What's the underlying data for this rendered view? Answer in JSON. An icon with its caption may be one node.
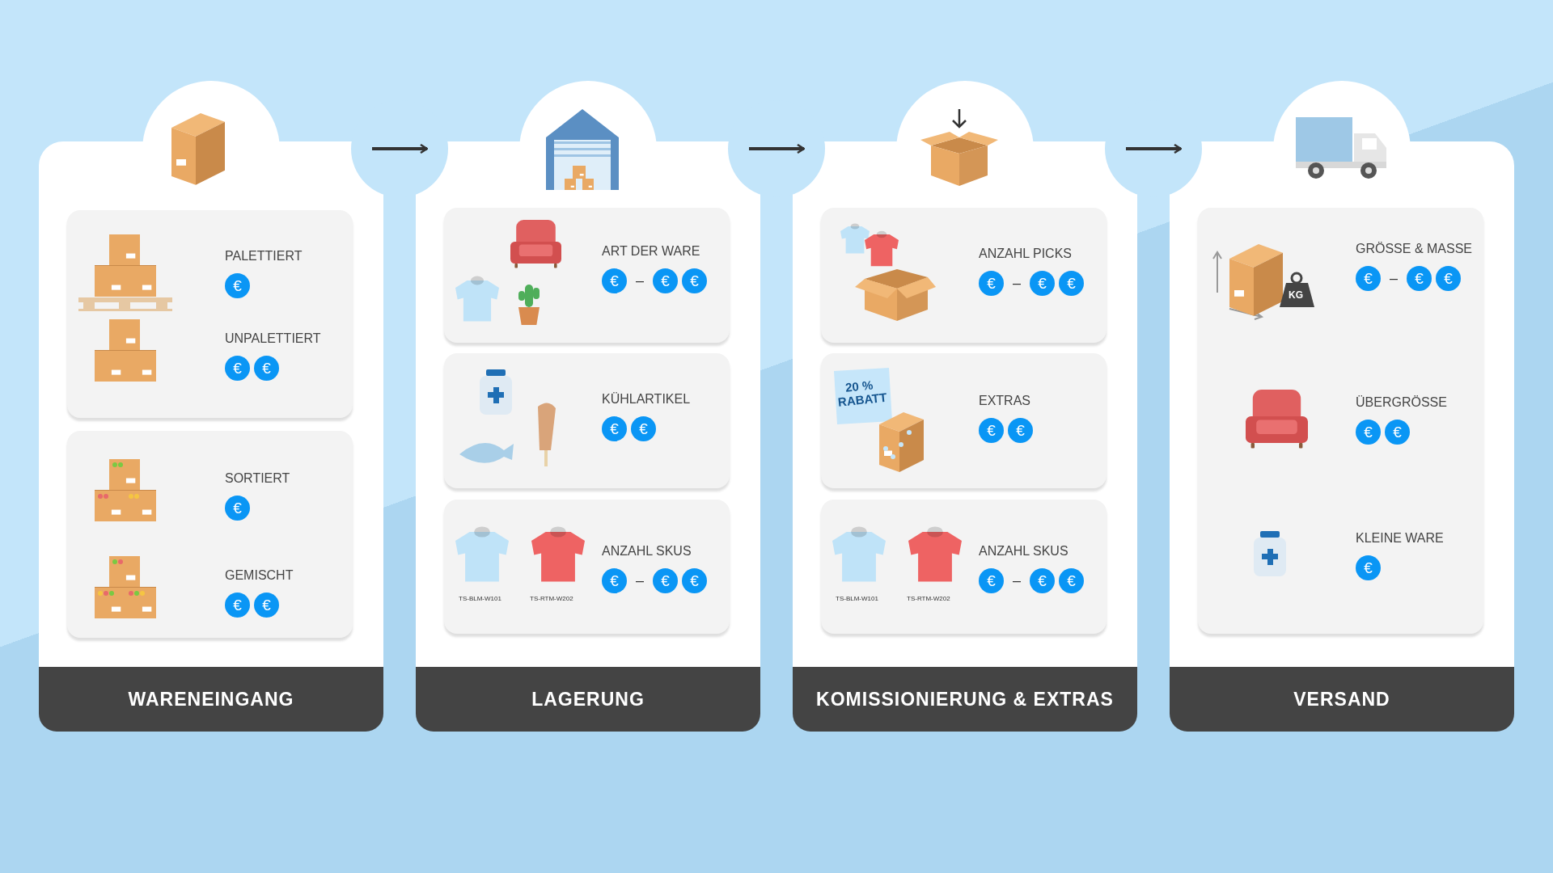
{
  "diagram": {
    "nodes": [
      {
        "text": [
          "WARENEINGANG"
        ]
      },
      {
        "text": [
          "PALETTIERT",
          "€",
          "UNPALETTIERT",
          "€ €"
        ],
        "in": 0
      },
      {
        "text": [
          "SORTIERT",
          "€",
          "GEMISCHT",
          "€ €"
        ],
        "in": 0
      },
      {
        "text": [
          "LAGERUNG"
        ]
      },
      {
        "text": [
          "ART DER WARE",
          "€ – € €"
        ],
        "in": 3
      },
      {
        "text": [
          "KÜHLARTIKEL",
          "€ €"
        ],
        "in": 3
      },
      {
        "text": [
          "TS-BLM-W101",
          "TS-RTM-W202",
          "ANZAHL SKUS",
          "€ – € €"
        ],
        "in": 3
      },
      {
        "text": [
          "KOMISSIONIERUNG & EXTRAS"
        ]
      },
      {
        "text": [
          "ANZAHL PICKS",
          "€ – € €"
        ],
        "in": 7
      },
      {
        "text": [
          "20 % RABATT",
          "EXTRAS",
          "€ €"
        ],
        "in": 7
      },
      {
        "text": [
          "TS-BLM-W101",
          "TS-RTM-W202",
          "ANZAHL SKUS",
          "€ – € €"
        ],
        "in": 7
      },
      {
        "text": [
          "VERSAND"
        ]
      },
      {
        "text": [
          "KG",
          "GRÖSSE & MASSE",
          "€ – € €",
          "ÜBERGRÖSSE",
          "€ €",
          "KLEINE WARE",
          "€"
        ],
        "in": 11
      }
    ],
    "edges": [
      {
        "from": 0,
        "to": 3,
        "arrow": "to"
      },
      {
        "from": 3,
        "to": 7,
        "arrow": "to"
      },
      {
        "from": 7,
        "to": 11,
        "arrow": "to"
      }
    ]
  }
}
